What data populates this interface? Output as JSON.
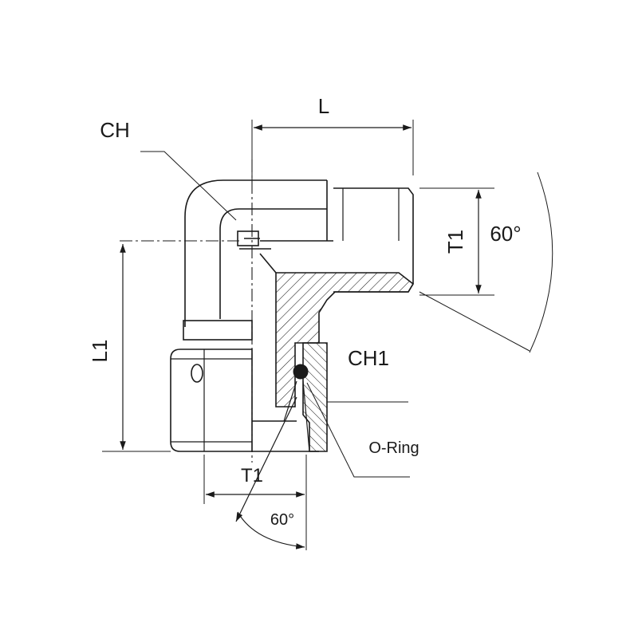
{
  "diagram": {
    "labels": {
      "L": "L",
      "CH": "CH",
      "T1_right": "T1",
      "angle_right": "60°",
      "L1": "L1",
      "CH1": "CH1",
      "o_ring": "O-Ring",
      "T1_bottom": "T1",
      "angle_bottom": "60°"
    }
  }
}
